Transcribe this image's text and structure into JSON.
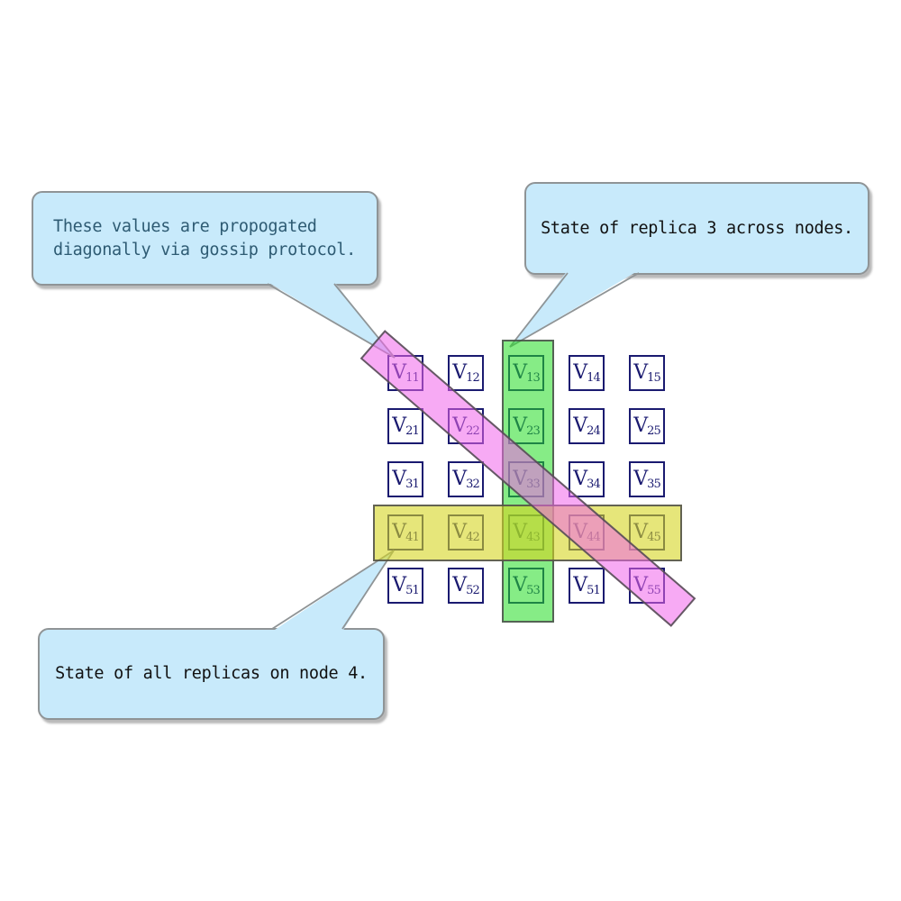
{
  "figure": {
    "grid": {
      "rows": 5,
      "cols": 5,
      "symbol": "V",
      "cells": [
        [
          "11",
          "12",
          "13",
          "14",
          "15"
        ],
        [
          "21",
          "22",
          "23",
          "24",
          "25"
        ],
        [
          "31",
          "32",
          "33",
          "34",
          "35"
        ],
        [
          "41",
          "42",
          "43",
          "44",
          "45"
        ],
        [
          "51",
          "52",
          "53",
          "51",
          "55"
        ]
      ]
    },
    "bands": {
      "diagonal": {
        "name": "gossip-diagonal",
        "color": "#F7AAF4"
      },
      "column": {
        "name": "replica-3-column",
        "color": "#90EE90"
      },
      "row": {
        "name": "node-4-row",
        "color": "#E6E67A"
      }
    },
    "callouts": [
      {
        "id": "gossip",
        "lines": [
          "These values are propogated",
          "diagonally via gossip protocol."
        ],
        "text_color": "#2E5B73"
      },
      {
        "id": "replica3",
        "lines": [
          "State of replica 3 across nodes."
        ],
        "text_color": "#111111"
      },
      {
        "id": "node4",
        "lines": [
          "State of all replicas on node 4."
        ],
        "text_color": "#111111"
      }
    ],
    "colors": {
      "cell_border": "#1A1A70",
      "cell_text": "#1A1A70",
      "callout_bg": "#C8EAFB",
      "callout_border": "#8F9496",
      "band_border": "#4B4B4B",
      "background": "#FFFFFF"
    }
  }
}
